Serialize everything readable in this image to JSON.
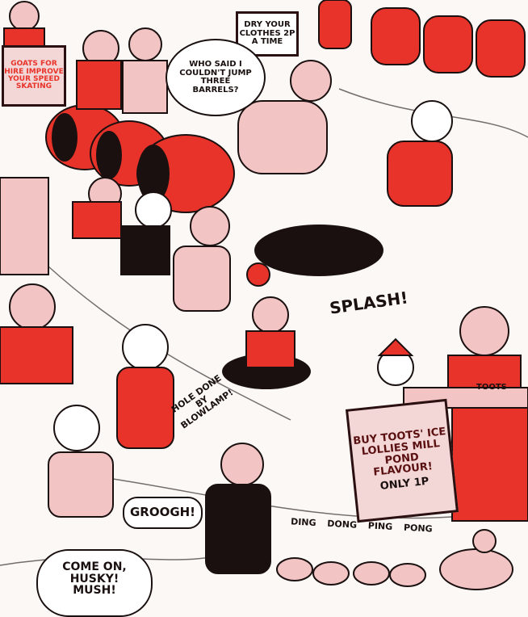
{
  "palette": {
    "red": "#e8332a",
    "pink": "#f3c4c4",
    "ink": "#1a1010",
    "paper": "#fbf8f6"
  },
  "signs": {
    "goats": "GOATS FOR HIRE IMPROVE YOUR SPEED SKATING",
    "dry_clothes": "DRY YOUR CLOTHES 2P A TIME",
    "lollies": "BUY TOOTS' ICE LOLLIES MILL POND FLAVOUR!",
    "lollies_price": "ONLY 1P"
  },
  "speech": {
    "barrels": "WHO SAID I COULDN'T JUMP THREE BARRELS?",
    "groogh": "GROOGH!",
    "husky": "COME ON, HUSKY! MUSH!"
  },
  "captions": {
    "splash": "SPLASH!",
    "hole": "HOLE DONE BY BLOWLAMP!",
    "bells": "DING DONG PING PONG",
    "toots_jumper": "TOOTS"
  }
}
